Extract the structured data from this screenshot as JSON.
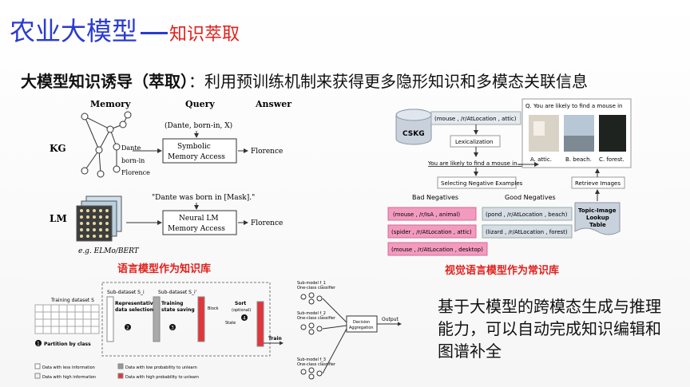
{
  "title": {
    "main": "农业大模型",
    "sub": "知识萃取"
  },
  "subtitle": {
    "bold": "大模型知识诱导（萃取）",
    "rest": "：利用预训练机制来获得更多隐形知识和多模态关联信息"
  },
  "left_diagram": {
    "headers": [
      "Memory",
      "Query",
      "Answer"
    ],
    "kg_label": "KG",
    "kg_nodes": [
      "Dante",
      "born-in",
      "Florence"
    ],
    "kg_query": "(Dante, born-in, X)",
    "kg_box": [
      "Symbolic",
      "Memory Access"
    ],
    "kg_answer": "Florence",
    "lm_label": "LM",
    "lm_query": "\"Dante was born in [Mask].\"",
    "lm_box": [
      "Neural LM",
      "Memory Access"
    ],
    "lm_answer": "Florence",
    "lm_note": "e.g. ELMo/BERT",
    "caption": "语言模型作为知识库"
  },
  "right_diagram": {
    "csk_label": "CSKG",
    "triple_top": "(mouse , /r/AtLocation , attic)",
    "lexicalization": "Lexicalization",
    "sentence": "You are likely to find a mouse in ...",
    "neg_examples": "Selecting Negative Examples",
    "bad_title": "Bad Negatives",
    "good_title": "Good Negatives",
    "bad": [
      "(mouse , /r/IsA , animal)",
      "(spider , /r/AtLocation , attic)",
      "(mouse , /r/AtLocation , desktop)"
    ],
    "good": [
      "(pond , /r/AtLocation , beach)",
      "(lizard , /r/AtLocation , forest)"
    ],
    "question": "Q. You are likely to find a mouse in",
    "options": [
      "A. attic.",
      "B. beach.",
      "C. forest."
    ],
    "retrieve": "Retrieve Images",
    "lookup": [
      "Topic-Image",
      "Lookup",
      "Table"
    ],
    "caption": "视觉语言模型作为常识库"
  },
  "bottom_diagram": {
    "training_label": "Training dataset S",
    "partition": "Partition by class",
    "subset1": "Sub-dataset S_i",
    "subset2": "Sub-dataset S_i'",
    "step2": [
      "Representative",
      "data selection"
    ],
    "step3": [
      "Training",
      "state saving"
    ],
    "step4": [
      "Sort",
      "(optional)"
    ],
    "step_nums": [
      "1",
      "2",
      "3",
      "4"
    ],
    "train": "Train",
    "submodels": [
      "Sub-model f_1",
      "Sub-model f_2",
      "Sub-model f_3"
    ],
    "submodel_sub": "One-class classifier",
    "decision": [
      "Decision",
      "Aggregation"
    ],
    "output": "Output",
    "block": "Block",
    "state": "State",
    "legend": [
      "Data with less information",
      "Data with low probability to unlearn",
      "Data with high information",
      "Data with high probability to unlearn"
    ]
  },
  "right_text": "基于大模型的跨模态生成与推理能力，可以自动完成知识编辑和图谱补全",
  "colors": {
    "title_blue": "#2a3bd0",
    "accent_red": "#e0201c",
    "bad_pink": "#f29bbf",
    "good_grey": "#d6dde4"
  }
}
